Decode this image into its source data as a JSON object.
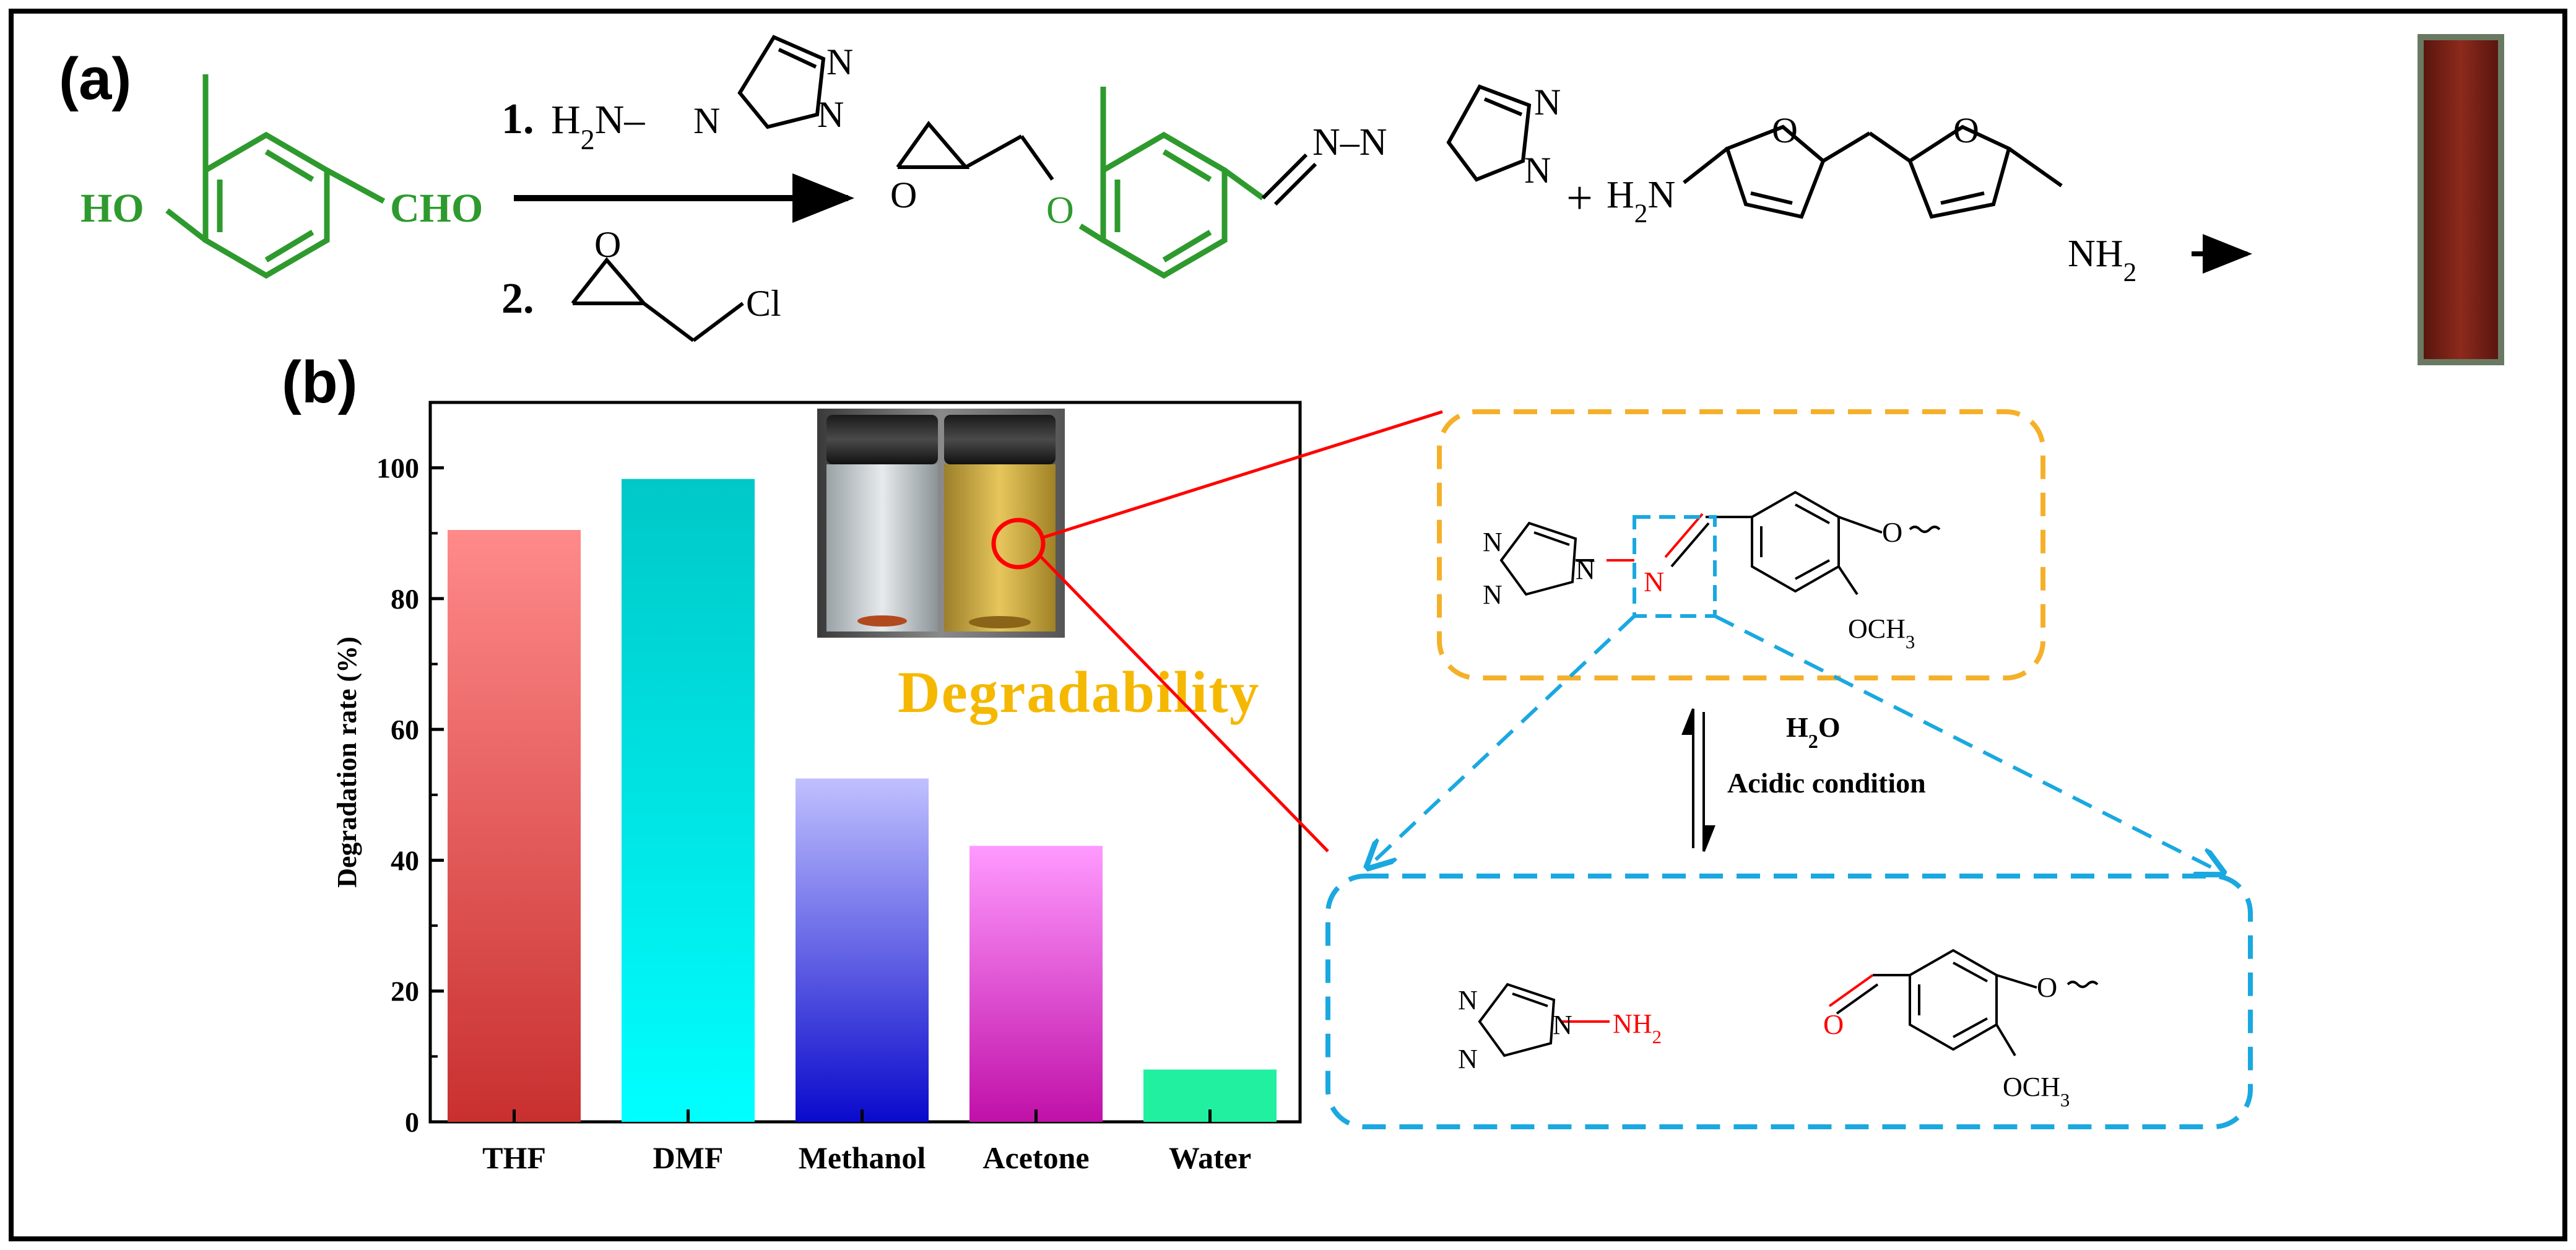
{
  "panels": {
    "a": "(a)",
    "b": "(b)"
  },
  "reaction": {
    "step1_number": "1.",
    "step2_number": "2.",
    "reagent1": "H2N–",
    "reagent2_cl": "Cl",
    "start_ho": "HO",
    "start_cho": "CHO",
    "epoxide_o": "O",
    "ether_o": "O",
    "imine": "N–N",
    "plus": "+",
    "amine_left": "H2N",
    "amine_right": "NH2",
    "furan_o": "O",
    "triazole_n": "N",
    "product_color": "#7a2118"
  },
  "colors": {
    "reactant_green": "#2e9a2e",
    "orange_box": "#f5b02a",
    "blue_box": "#1aa8e0",
    "highlight_red": "#ff0000"
  },
  "mechanism": {
    "conditions_line1": "H2O",
    "conditions_line2": "Acidic condition",
    "imine_n": "N",
    "methoxy": "OCH3",
    "amine_product": "NH2",
    "aldehyde_o": "O",
    "triazole_n": "N",
    "aryl_o": "O"
  },
  "inset": {
    "label": "Degradability",
    "label_color": "#f5b800"
  },
  "chart_data": {
    "type": "bar",
    "categories": [
      "THF",
      "DMF",
      "Methanol",
      "Acetone",
      "Water"
    ],
    "values": [
      90.5,
      98.3,
      52.5,
      42.2,
      8.0
    ],
    "ylabel": "Degradation rate (%)",
    "xlabel": "",
    "ylim": [
      0,
      110
    ],
    "yticks": [
      0,
      20,
      40,
      60,
      80,
      100
    ],
    "grid": false,
    "bar_colors": [
      [
        "#ff8a8a",
        "#c8302f"
      ],
      [
        "#00c8c8",
        "#00ffff"
      ],
      [
        "#c0c0ff",
        "#0a0acc"
      ],
      [
        "#ff9aff",
        "#c010a8"
      ],
      [
        "#20f0a0",
        "#20f0a0"
      ]
    ]
  }
}
